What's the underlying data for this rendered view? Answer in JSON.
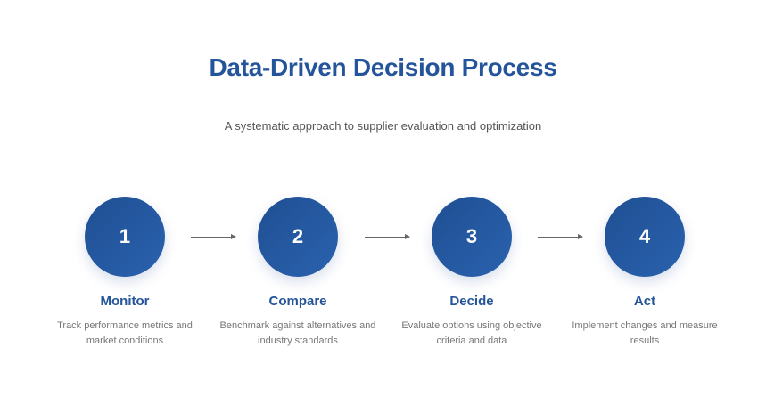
{
  "title": "Data-Driven Decision Process",
  "subtitle": "A systematic approach to supplier evaluation and optimization",
  "steps": [
    {
      "number": "1",
      "label": "Monitor",
      "description": "Track performance metrics and market conditions"
    },
    {
      "number": "2",
      "label": "Compare",
      "description": "Benchmark against alternatives and industry standards"
    },
    {
      "number": "3",
      "label": "Decide",
      "description": "Evaluate options using objective criteria and data"
    },
    {
      "number": "4",
      "label": "Act",
      "description": "Implement changes and measure results"
    }
  ]
}
